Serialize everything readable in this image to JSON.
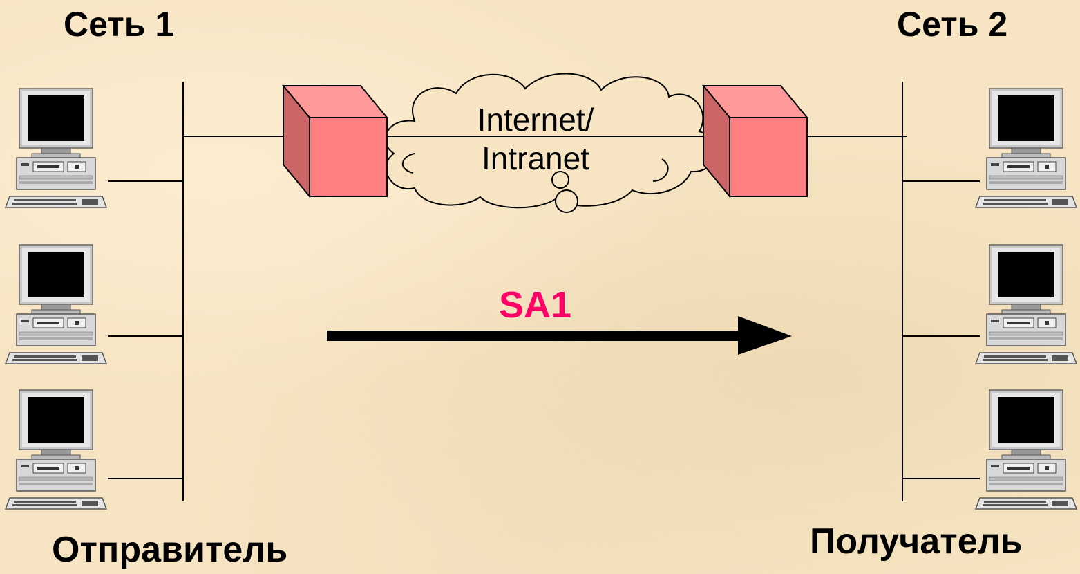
{
  "network_left": {
    "title": "Сеть 1",
    "role": "Отправитель"
  },
  "network_right": {
    "title": "Сеть 2",
    "role": "Получатель"
  },
  "cloud": {
    "line1": "Internet/",
    "line2": "Intranet"
  },
  "association": {
    "label": "SA1",
    "color": "#ff0066"
  },
  "colors": {
    "gateway_front": "#ff8080",
    "gateway_side": "#cc6666",
    "gateway_top": "#ff9a9a"
  },
  "icons": {
    "host": "desktop-computer-icon",
    "gateway": "security-gateway-cube-icon",
    "cloud": "cloud-icon"
  }
}
